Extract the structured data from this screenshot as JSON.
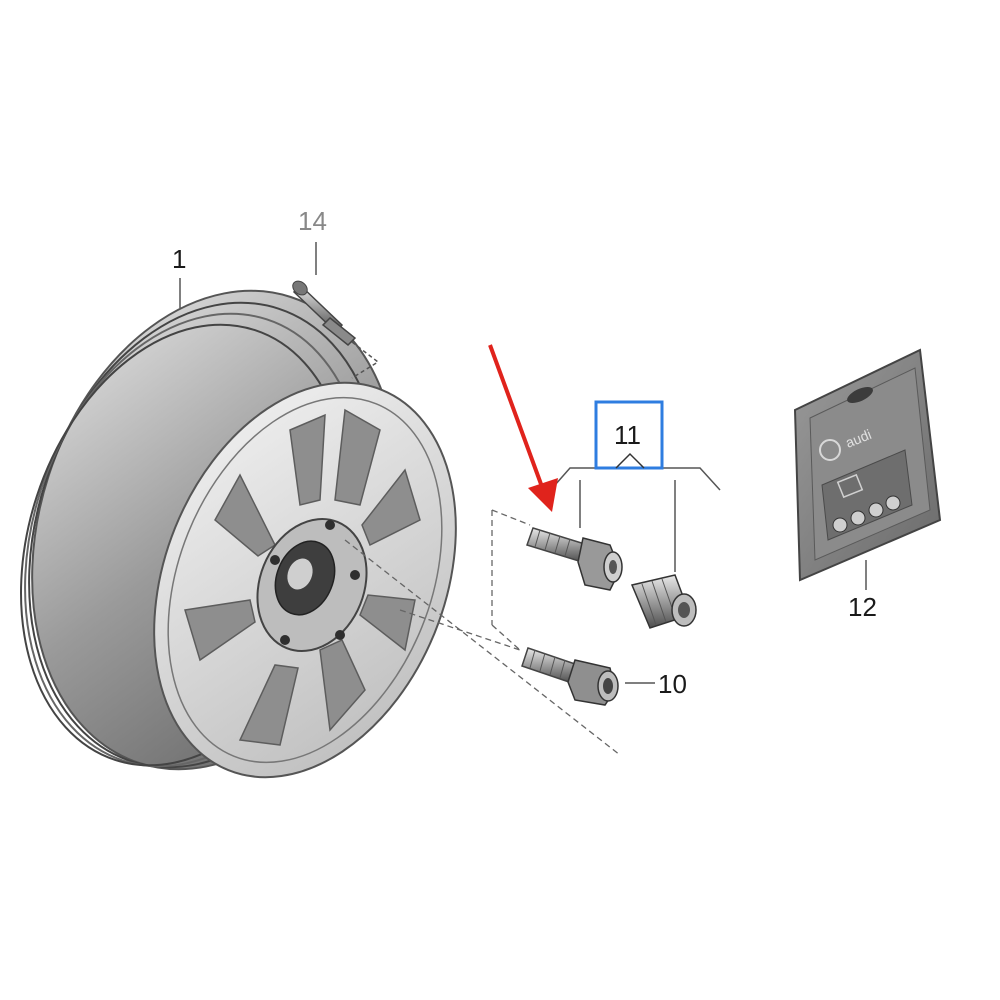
{
  "callouts": {
    "wheel": "1",
    "valve": "14",
    "lock_set": "11",
    "bolt": "10",
    "package": "12"
  },
  "package": {
    "brand_text": "audi"
  },
  "colors": {
    "line": "#555555",
    "metal_dark": "#6f6f6f",
    "metal_mid": "#a9a9a9",
    "metal_light": "#dcdcdc",
    "highlight_box": "#2f7de0",
    "arrow": "#e0231c",
    "label_grey": "#888888"
  }
}
